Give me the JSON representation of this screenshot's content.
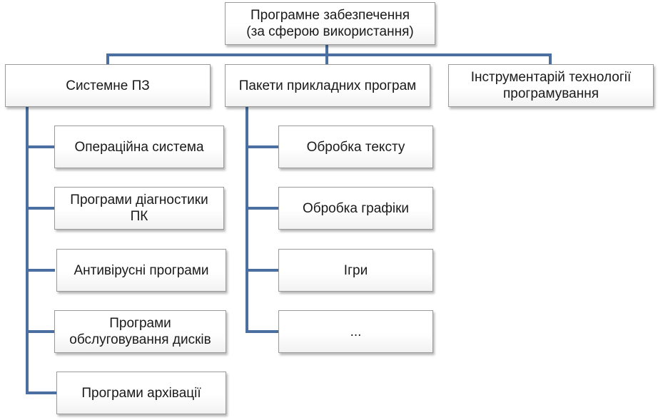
{
  "root": {
    "label": "Програмне забезпечення\n(за сферою використання)"
  },
  "categories": [
    {
      "label": "Системне ПЗ",
      "children": [
        "Операційна система",
        "Програми діагностики\nПК",
        "Антивірусні програми",
        "Програми\nобслуговування дисків",
        "Програми архівації"
      ]
    },
    {
      "label": "Пакети прикладних програм",
      "children": [
        "Обробка тексту",
        "Обробка графіки",
        "Ігри",
        "..."
      ]
    },
    {
      "label": "Інструментарій  технології\nпрограмування",
      "children": []
    }
  ],
  "colors": {
    "connector": "#4a6fa0",
    "box_border": "#9a9a9a",
    "text": "#1a1a1a"
  }
}
